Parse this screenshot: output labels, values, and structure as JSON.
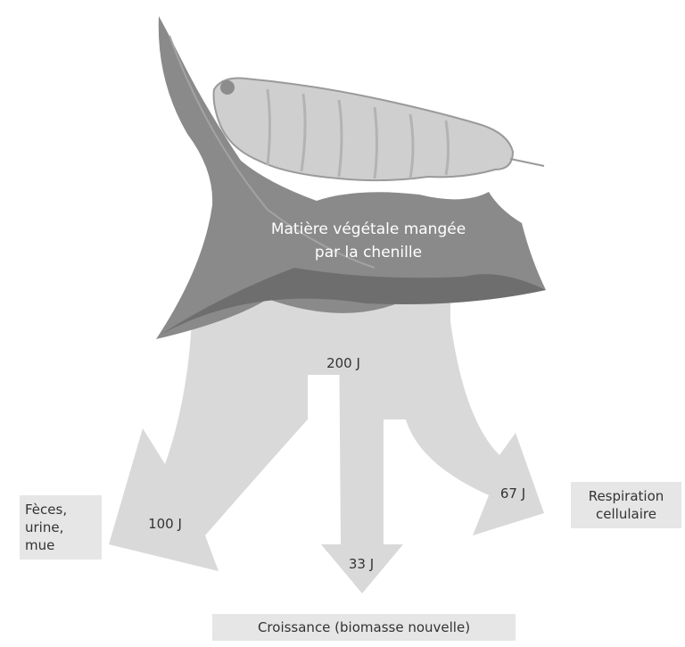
{
  "diagram": {
    "food_label_line1": "Matière végétale mangée",
    "food_label_line2": "par la chenille",
    "input_energy": "200 J",
    "feces_energy": "100 J",
    "respiration_energy": "67 J",
    "growth_energy": "33 J",
    "feces_label": [
      "Fèces,",
      "urine,",
      "mue"
    ],
    "respiration_label": [
      "Respiration",
      "cellulaire"
    ],
    "growth_label": "Croissance (biomasse nouvelle)"
  },
  "colors": {
    "flow": "#d9d9d9",
    "leaf": "#8a8a8a",
    "leaf_dark": "#6e6e6e",
    "caterpillar": "#cfcfcf",
    "label_box": "#e6e6e6"
  }
}
